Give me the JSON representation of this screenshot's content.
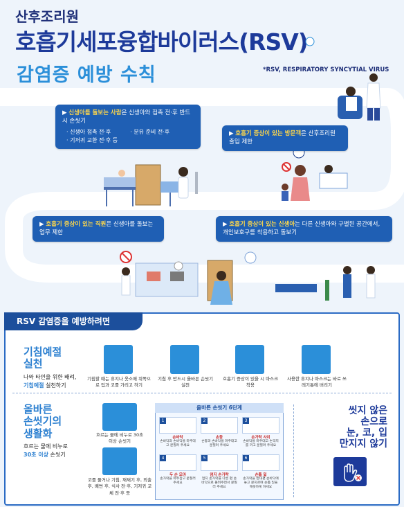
{
  "header": {
    "kicker": "산후조리원",
    "title": "호흡기세포융합바이러스(RSV)",
    "subtitle": "감염증 예방 수칙",
    "rsv_note": "*RSV, RESPIRATORY SYNCYTIAL VIRUS"
  },
  "bubbles": {
    "caregiver": {
      "highlight": "신생아를 돌보는 사람",
      "text": "은 신생아와 접촉 전·후 반드시 손씻기",
      "items": [
        "· 신생아 접촉 전·후",
        "· 분유 준비 전·후",
        "· 기저귀 교환 전·후 등"
      ]
    },
    "visitor": {
      "highlight": "호흡기 증상이 있는 방문객",
      "text": "은 산후조리원 출입 제한"
    },
    "staff": {
      "highlight": "호흡기 증상이 있는 직원",
      "text": "은 신생아를 돌보는 업무 제한"
    },
    "newborn": {
      "highlight": "호흡기 증상이 있는 신생아",
      "text": "는 다른 신생아와 구별된 공간에서, 개인보호구를 착용하고 돌보기"
    }
  },
  "prevention": {
    "header": "RSV 감염증을 예방하려면",
    "etiquette": {
      "title_line1": "기침예절",
      "title_line2": "실천",
      "desc_line1": "나와 타인을 위한 배려,",
      "desc_hl": "기침예절",
      "desc_line2": " 실천하기",
      "captions": [
        "기침할 때는 휴지나 옷소매 위쪽으로 입과 코를 가리고 하기",
        "기침 후 반드시 올바른 손씻기 실천",
        "호흡기 증상이 있을 시 마스크 착용",
        "사용한 휴지나 마스크는 바로 쓰레기통에 버리기"
      ]
    },
    "handwash": {
      "title_line1": "올바른",
      "title_line2": "손씻기의",
      "title_line3": "생활화",
      "desc_line1": "흐르는 물에 비누로",
      "desc_hl": "30초 이상",
      "desc_line2": " 손씻기",
      "caption1": "흐르는 물에 비누로 30초 이상 손씻기",
      "caption2": "코를 풀거나 기침, 재채기 후, 외출 후, 배변 후, 식사 전·후, 기저귀 교체 전·후 등",
      "steps_title": "올바른 손씻기 6단계",
      "steps": [
        {
          "num": "1",
          "title": "손바닥",
          "desc": "손바닥과 손바닥을 마주대고 문질러 주세요"
        },
        {
          "num": "2",
          "title": "손등",
          "desc": "손등과 손바닥을 마주대고 문질러 주세요"
        },
        {
          "num": "3",
          "title": "손가락 사이",
          "desc": "손바닥을 마주대고 손깍지를 끼고 문질러 주세요"
        },
        {
          "num": "4",
          "title": "두 손 모아",
          "desc": "손가락을 마주잡고 문질러주세요"
        },
        {
          "num": "5",
          "title": "엄지 손가락",
          "desc": "엄지 손가락을 다른 편 손바닥으로 돌려주면서 문질러 주세요"
        },
        {
          "num": "6",
          "title": "손톱 밑",
          "desc": "손가락을 반대편 손바닥에 놓고 문지르며 손톱 밑을 깨끗하게 하세요"
        }
      ]
    },
    "no_touch": {
      "line1": "씻지 않은",
      "line2": "손으로",
      "line3": "눈, 코, 입",
      "line4": "만지지 않기"
    }
  },
  "colors": {
    "navy": "#1d3a9a",
    "blue": "#2b8fd9",
    "bubble": "#1f5fb4",
    "highlight": "#ffd84a"
  }
}
